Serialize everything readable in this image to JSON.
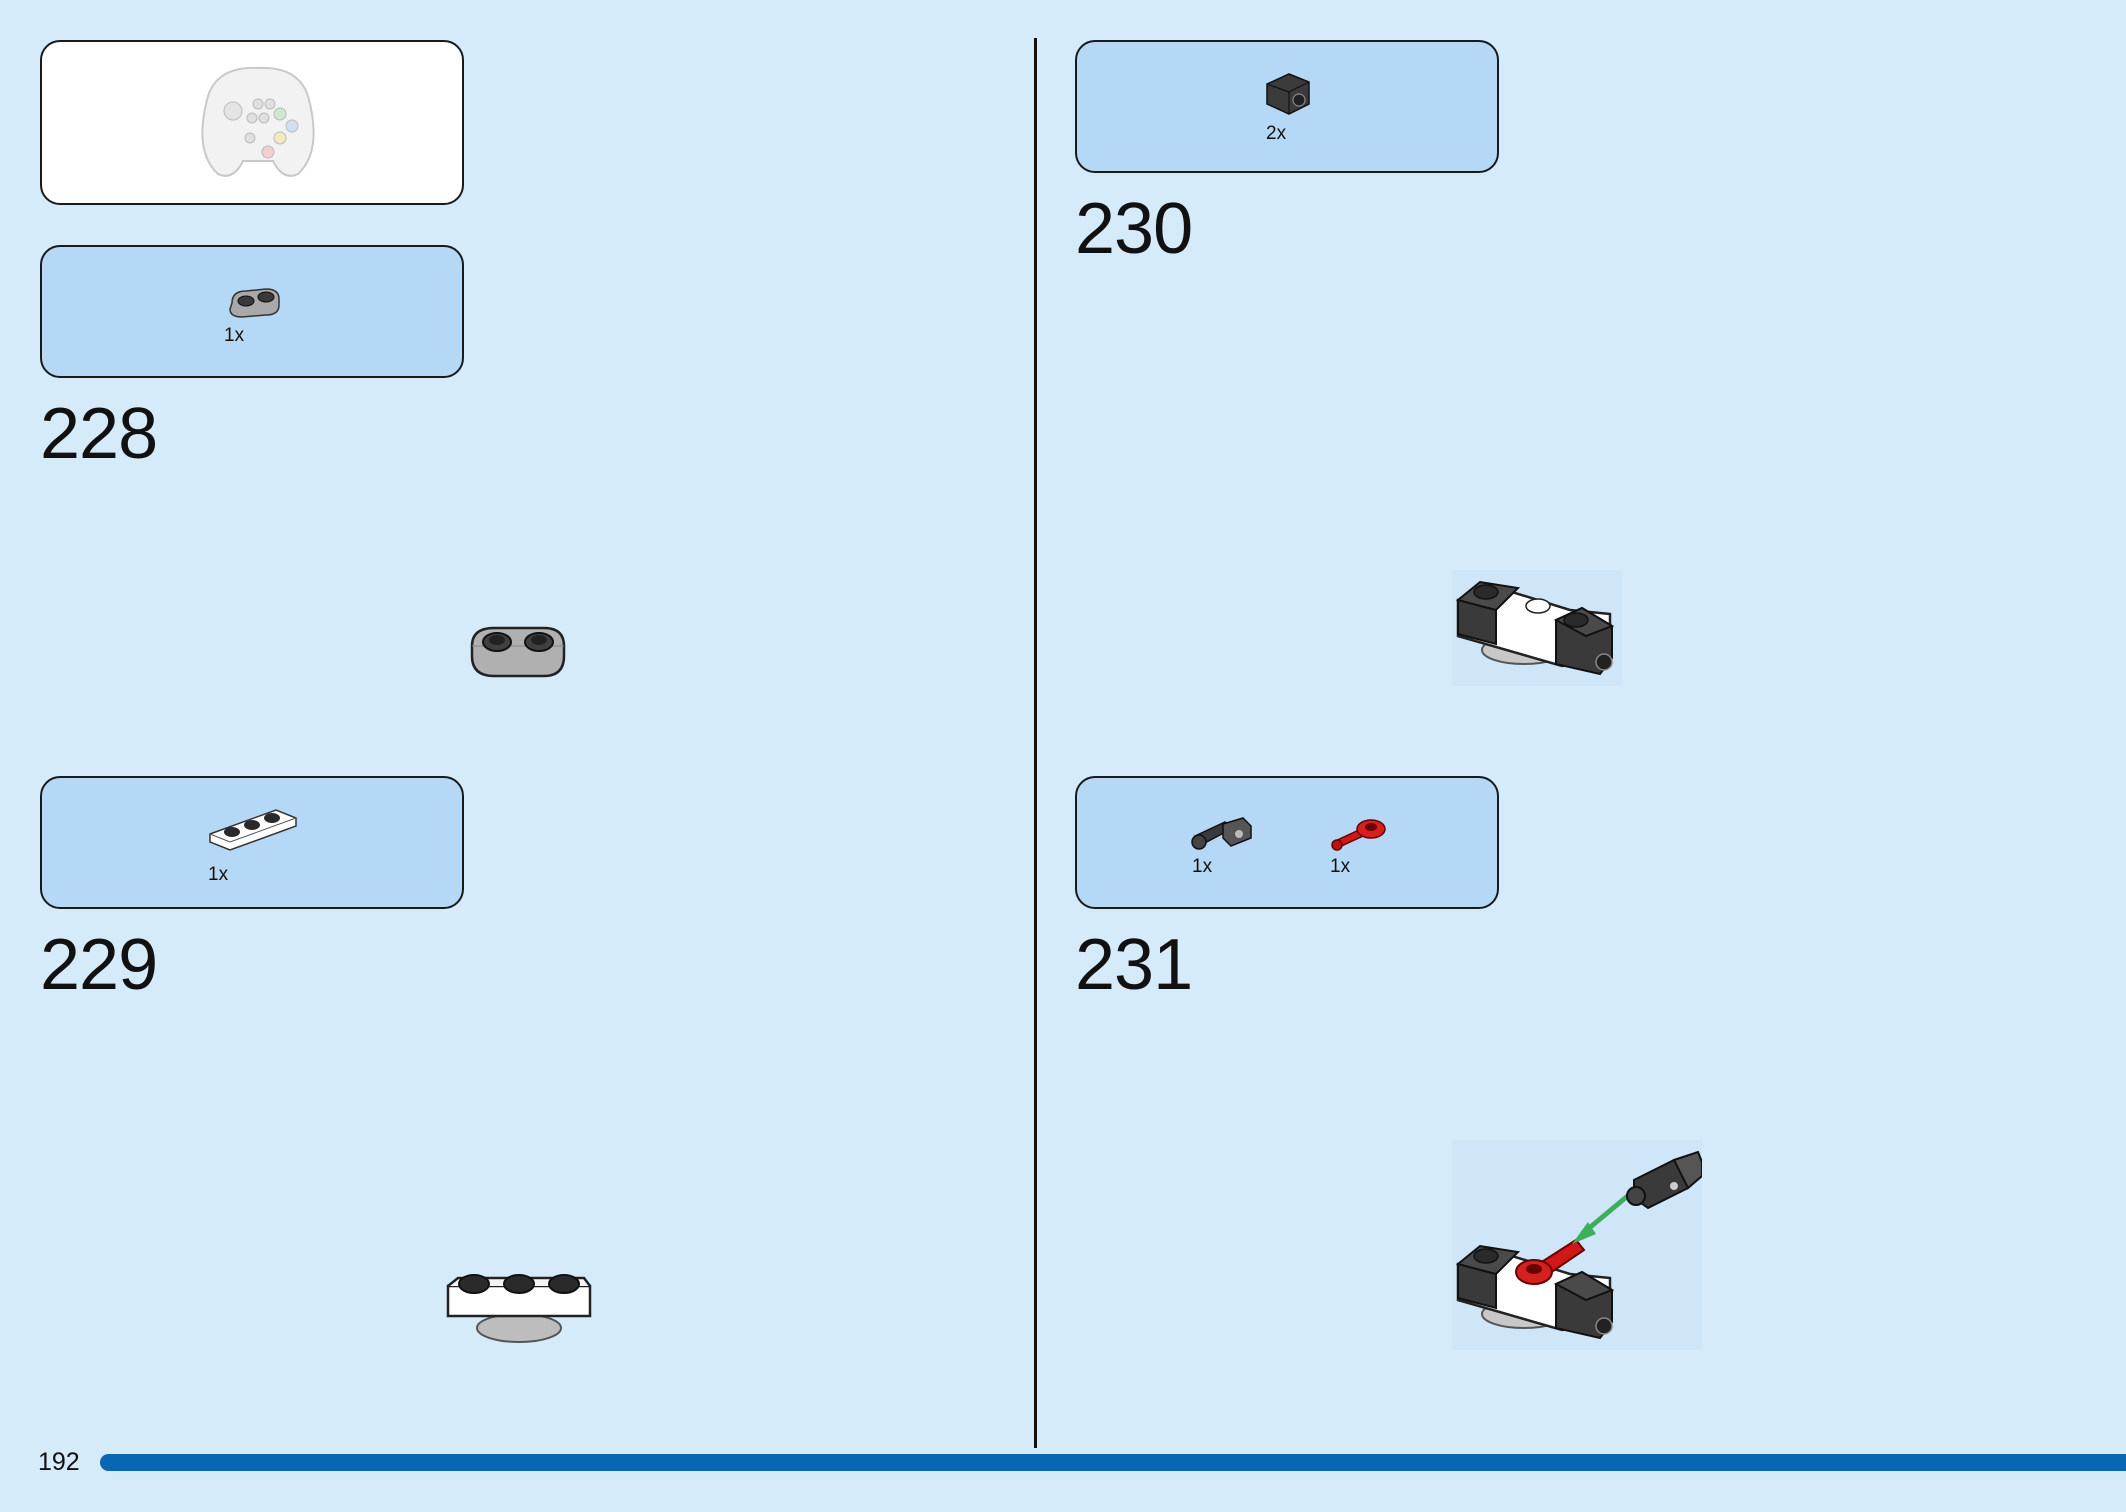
{
  "page": {
    "number": "192",
    "progress_fraction": 1.0
  },
  "steps": [
    {
      "number": "228",
      "parts": [
        {
          "name": "gray 1x2 rounded plate",
          "quantity": "1x"
        }
      ]
    },
    {
      "number": "229",
      "parts": [
        {
          "name": "white 1x3 plate",
          "quantity": "1x"
        }
      ]
    },
    {
      "number": "230",
      "parts": [
        {
          "name": "black 1x1 bracket",
          "quantity": "2x"
        }
      ]
    },
    {
      "number": "231",
      "parts": [
        {
          "name": "black technic connector",
          "quantity": "1x"
        },
        {
          "name": "red bar holder",
          "quantity": "1x"
        }
      ]
    }
  ],
  "colors": {
    "background": "#d5ebfa",
    "parts_box": "#b4d8f5",
    "progress_bar": "#0a66b2",
    "arrow": "#3fae5a"
  }
}
